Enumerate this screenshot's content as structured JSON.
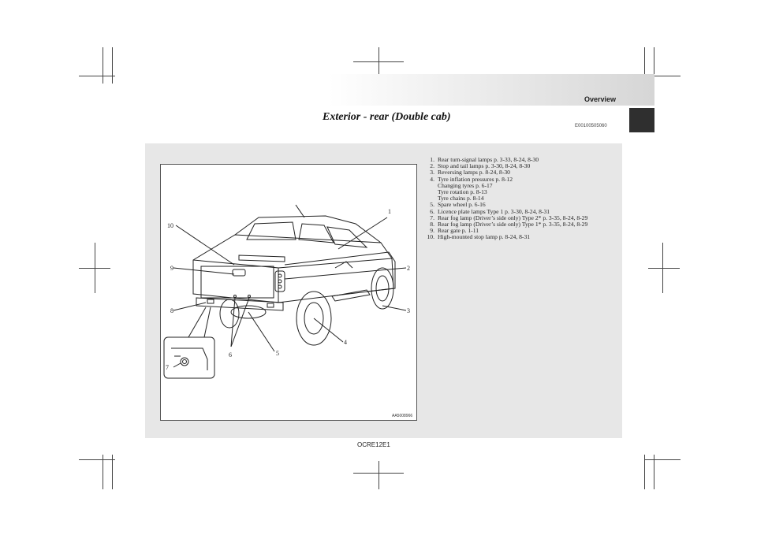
{
  "header": {
    "section_title": "Overview",
    "page_title": "Exterior - rear (Double cab)",
    "ref_code": "E00100505060"
  },
  "figure": {
    "code": "AA5008966",
    "callouts": [
      "1",
      "2",
      "3",
      "4",
      "5",
      "6",
      "7",
      "8",
      "9",
      "10"
    ]
  },
  "items": [
    {
      "num": "1.",
      "text": "Rear turn-signal lamps p. 3-33, 8-24, 8-30",
      "sub": []
    },
    {
      "num": "2.",
      "text": "Stop and tail lamps p. 3-30, 8-24, 8-30",
      "sub": []
    },
    {
      "num": "3.",
      "text": "Reversing lamps p. 8-24, 8-30",
      "sub": []
    },
    {
      "num": "4.",
      "text": "Tyre inflation pressures p. 8-12",
      "sub": [
        "Changing tyres p. 6-17",
        "Tyre rotation p. 8-13",
        "Tyre chains p. 8-14"
      ]
    },
    {
      "num": "5.",
      "text": "Spare wheel p. 6-16",
      "sub": []
    },
    {
      "num": "6.",
      "text": "Licence plate lamps Type 1 p. 3-30, 8-24, 8-31",
      "sub": []
    },
    {
      "num": "7.",
      "text": "Rear fog lamp (Driver’s side only) Type 2* p. 3-35, 8-24, 8-29",
      "sub": []
    },
    {
      "num": "8.",
      "text": "Rear fog lamp (Driver’s side only) Type 1* p. 3-35, 8-24, 8-29",
      "sub": []
    },
    {
      "num": "9.",
      "text": "Rear gate p. 1-11",
      "sub": []
    },
    {
      "num": "10.",
      "text": "High-mounted stop lamp p. 8-24, 8-31",
      "sub": []
    }
  ],
  "footer": {
    "code": "OCRE12E1"
  }
}
